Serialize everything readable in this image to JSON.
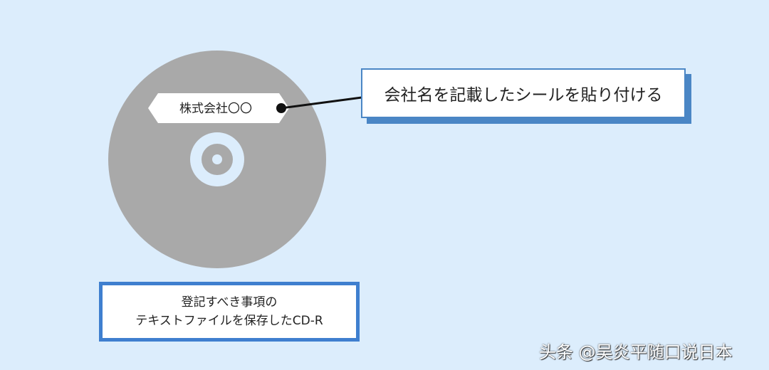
{
  "disc": {
    "label": "株式会社〇〇"
  },
  "callout": {
    "text": "会社名を記載したシールを貼り付ける"
  },
  "cd_box": {
    "line1": "登記すべき事項の",
    "line2": "テキストファイルを保存したCD-R"
  },
  "watermark": "头条 @吴炎平随口说日本",
  "colors": {
    "background": "#dcedfc",
    "disc": "#a9a9a9",
    "accent": "#3f7fcf"
  }
}
